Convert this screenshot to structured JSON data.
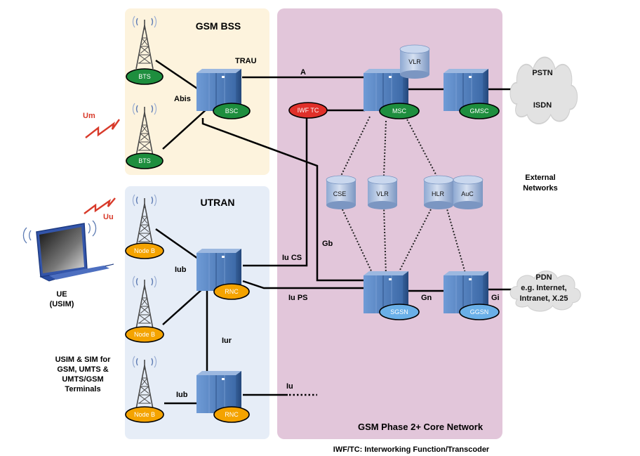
{
  "regions": {
    "gsm_bss": "GSM BSS",
    "utran": "UTRAN",
    "core": "GSM Phase 2+ Core Network"
  },
  "nodes": {
    "bts_1": "BTS",
    "bts_2": "BTS",
    "bsc": "BSC",
    "msc": "MSC",
    "gmsc": "GMSC",
    "iwf_tc": "IWF TC",
    "vlr_top": "VLR",
    "cse": "CSE",
    "vlr": "VLR",
    "hlr": "HLR",
    "auc": "AuC",
    "sgsn": "SGSN",
    "ggsn": "GGSN",
    "node_b_1": "Node B",
    "node_b_2": "Node B",
    "node_b_3": "Node B",
    "rnc_1": "RNC",
    "rnc_2": "RNC"
  },
  "interfaces": {
    "trau": "TRAU",
    "a": "A",
    "abis": "Abis",
    "gb": "Gb",
    "iu_cs": "Iu CS",
    "iu_ps": "Iu PS",
    "gn": "Gn",
    "gi": "Gi",
    "iub_1": "Iub",
    "iub_2": "Iub",
    "iur": "Iur",
    "iu": "Iu",
    "um": "Um",
    "uu": "Uu"
  },
  "clouds": {
    "pstn": "PSTN",
    "isdn": "ISDN",
    "pdn_lines": [
      "PDN",
      "e.g. Internet,",
      "Intranet, X.25"
    ]
  },
  "labels": {
    "external_networks": [
      "External",
      "Networks"
    ],
    "ue": [
      "UE",
      "(USIM)"
    ],
    "usim_note": [
      "USIM & SIM for",
      "GSM, UMTS &",
      "UMTS/GSM",
      "Terminals"
    ],
    "footnote": "IWF/TC: Interworking Function/Transcoder"
  },
  "colors": {
    "gsm_bss_bg": "#fdf3dd",
    "utran_bg": "#e6edf7",
    "core_bg": "#e2c6da",
    "green_badge": "#1e8e3e",
    "orange_badge": "#f4a300",
    "blue_badge": "#6ab0e8",
    "red_badge": "#e0302a",
    "server_blue": "#4f7fbf",
    "signal_red": "#d83a2a"
  }
}
